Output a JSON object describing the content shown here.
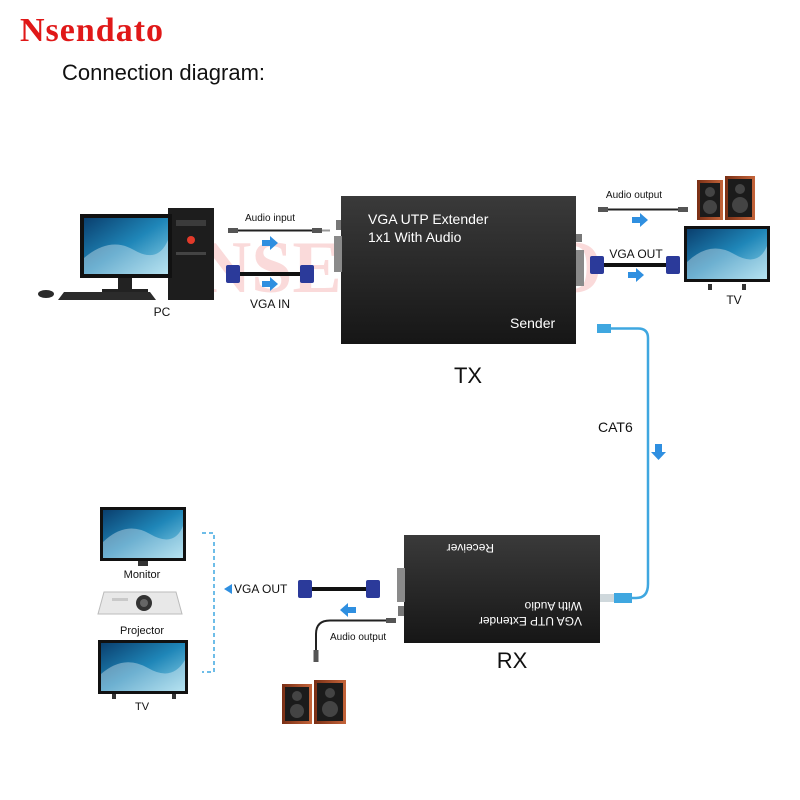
{
  "brand": {
    "name": "Nsendato",
    "watermark": "NSENDATO",
    "color": "#e01818"
  },
  "title": "Connection diagram:",
  "tx": {
    "line1": "VGA UTP Extender",
    "line2": "1x1 With Audio",
    "role": "Sender",
    "caption": "TX"
  },
  "rx": {
    "line1": "VGA UTP Extender",
    "line2": "With Audio",
    "role": "Receiver",
    "caption": "RX"
  },
  "labels": {
    "pc": "PC",
    "audio_input": "Audio input",
    "vga_in": "VGA IN",
    "audio_output_tx": "Audio output",
    "vga_out_tx": "VGA OUT",
    "tv_tx": "TV",
    "cat6": "CAT6",
    "vga_out_rx": "VGA OUT",
    "audio_output_rx": "Audio output",
    "monitor": "Monitor",
    "projector": "Projector",
    "tv_rx": "TV"
  },
  "colors": {
    "cable_blue": "#3fa7e0",
    "vga_plug": "#2b3a9a",
    "arrow": "#2f8fe0",
    "device_box": "#2a2a2a",
    "speaker_wood": "#b5542d"
  }
}
